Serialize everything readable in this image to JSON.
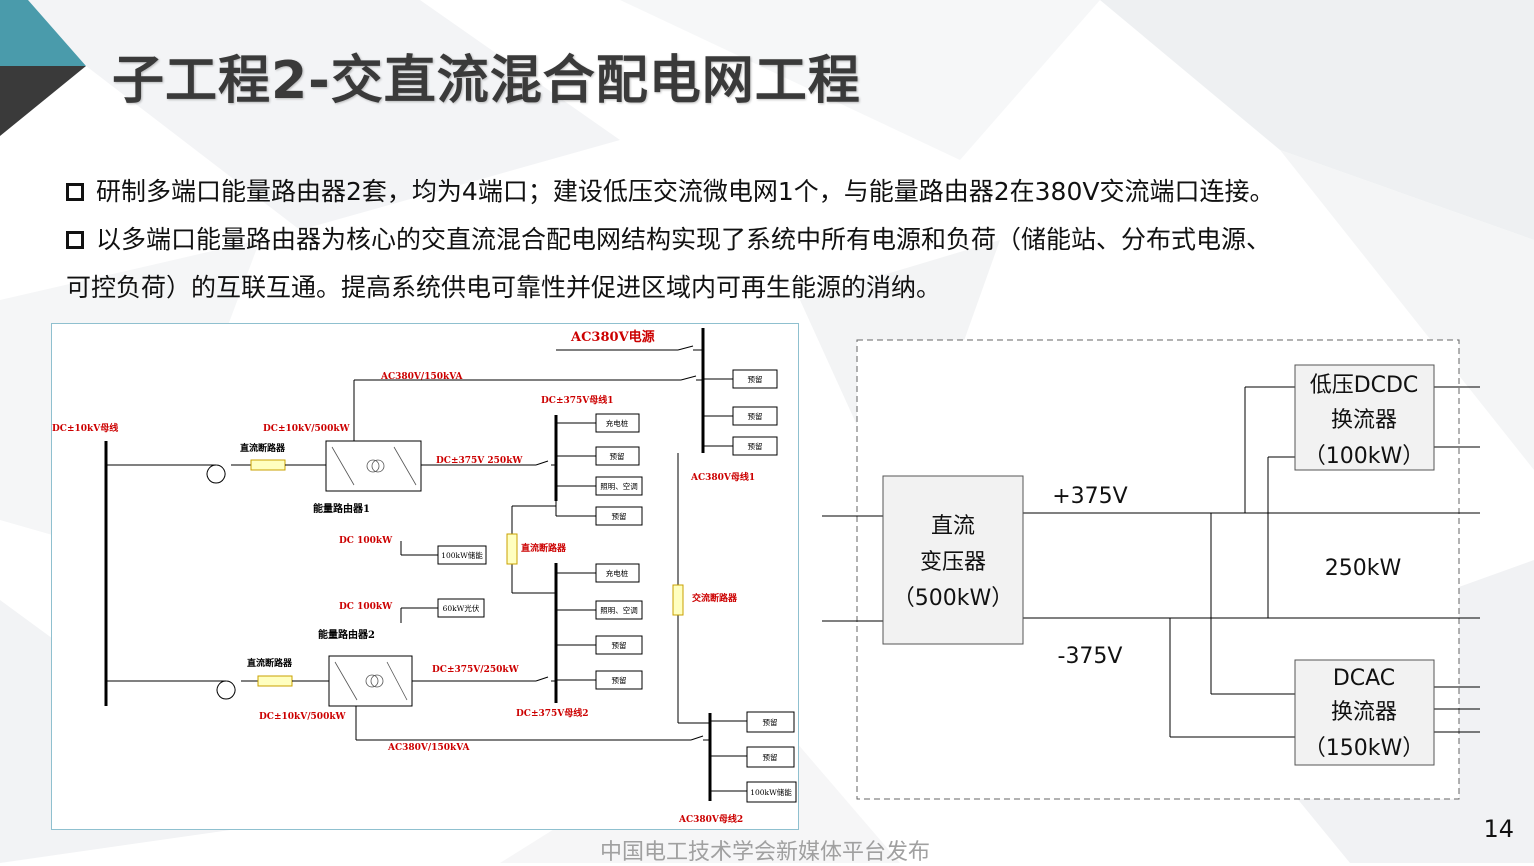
{
  "slide": {
    "title": "子工程2-交直流混合配电网工程",
    "bullets": [
      "研制多端口能量路由器2套，均为4端口；建设低压交流微电网1个，与能量路由器2在380V交流端口连接。",
      "以多端口能量路由器为核心的交直流混合配电网结构实现了系统中所有电源和负荷（储能站、分布式电源、",
      "可控负荷）的互联互通。提高系统供电可靠性并促进区域内可再生能源的消纳。"
    ],
    "footer": "中国电工技术学会新媒体平台发布",
    "page_number": "14"
  },
  "left_diagram": {
    "ac_source": "AC380V电源",
    "ac_line_top": "AC380V/150kVA",
    "ac_line_bottom": "AC380V/150kVA",
    "dc_bus": "DC±10kV母线",
    "dc_feed_top": "DC±10kV/500kW",
    "dc_feed_bottom": "DC±10kV/500kW",
    "breaker_top": "直流断路器",
    "breaker_bottom": "直流断路器",
    "router1": "能量路由器1",
    "router2": "能量路由器2",
    "dc375_top": "DC±375V 250kW",
    "dc375_bottom": "DC±375V/250kW",
    "bus375_1": "DC±375V母线1",
    "bus375_2": "DC±375V母线2",
    "dc100_top": "DC  100kW",
    "dc100_bottom": "DC  100kW",
    "storage": "100kW储能",
    "pv": "60kW光伏",
    "mid_breaker": "直流断路器",
    "ac_breaker": "交流断路器",
    "acbus1": "AC380V母线1",
    "acbus2": "AC380V母线2",
    "charging": "充电桩",
    "lighting": "照明、空调",
    "reserve": "预留",
    "storage_ac": "100kW储能"
  },
  "right_diagram": {
    "transformer": [
      "直流",
      "变压器",
      "（500kW）"
    ],
    "plus": "+375V",
    "minus": "-375V",
    "mid_power": "250kW",
    "dcdc": [
      "低压DCDC",
      "换流器",
      "（100kW）"
    ],
    "dcac": [
      "DCAC",
      "换流器",
      "（150kW）"
    ]
  }
}
